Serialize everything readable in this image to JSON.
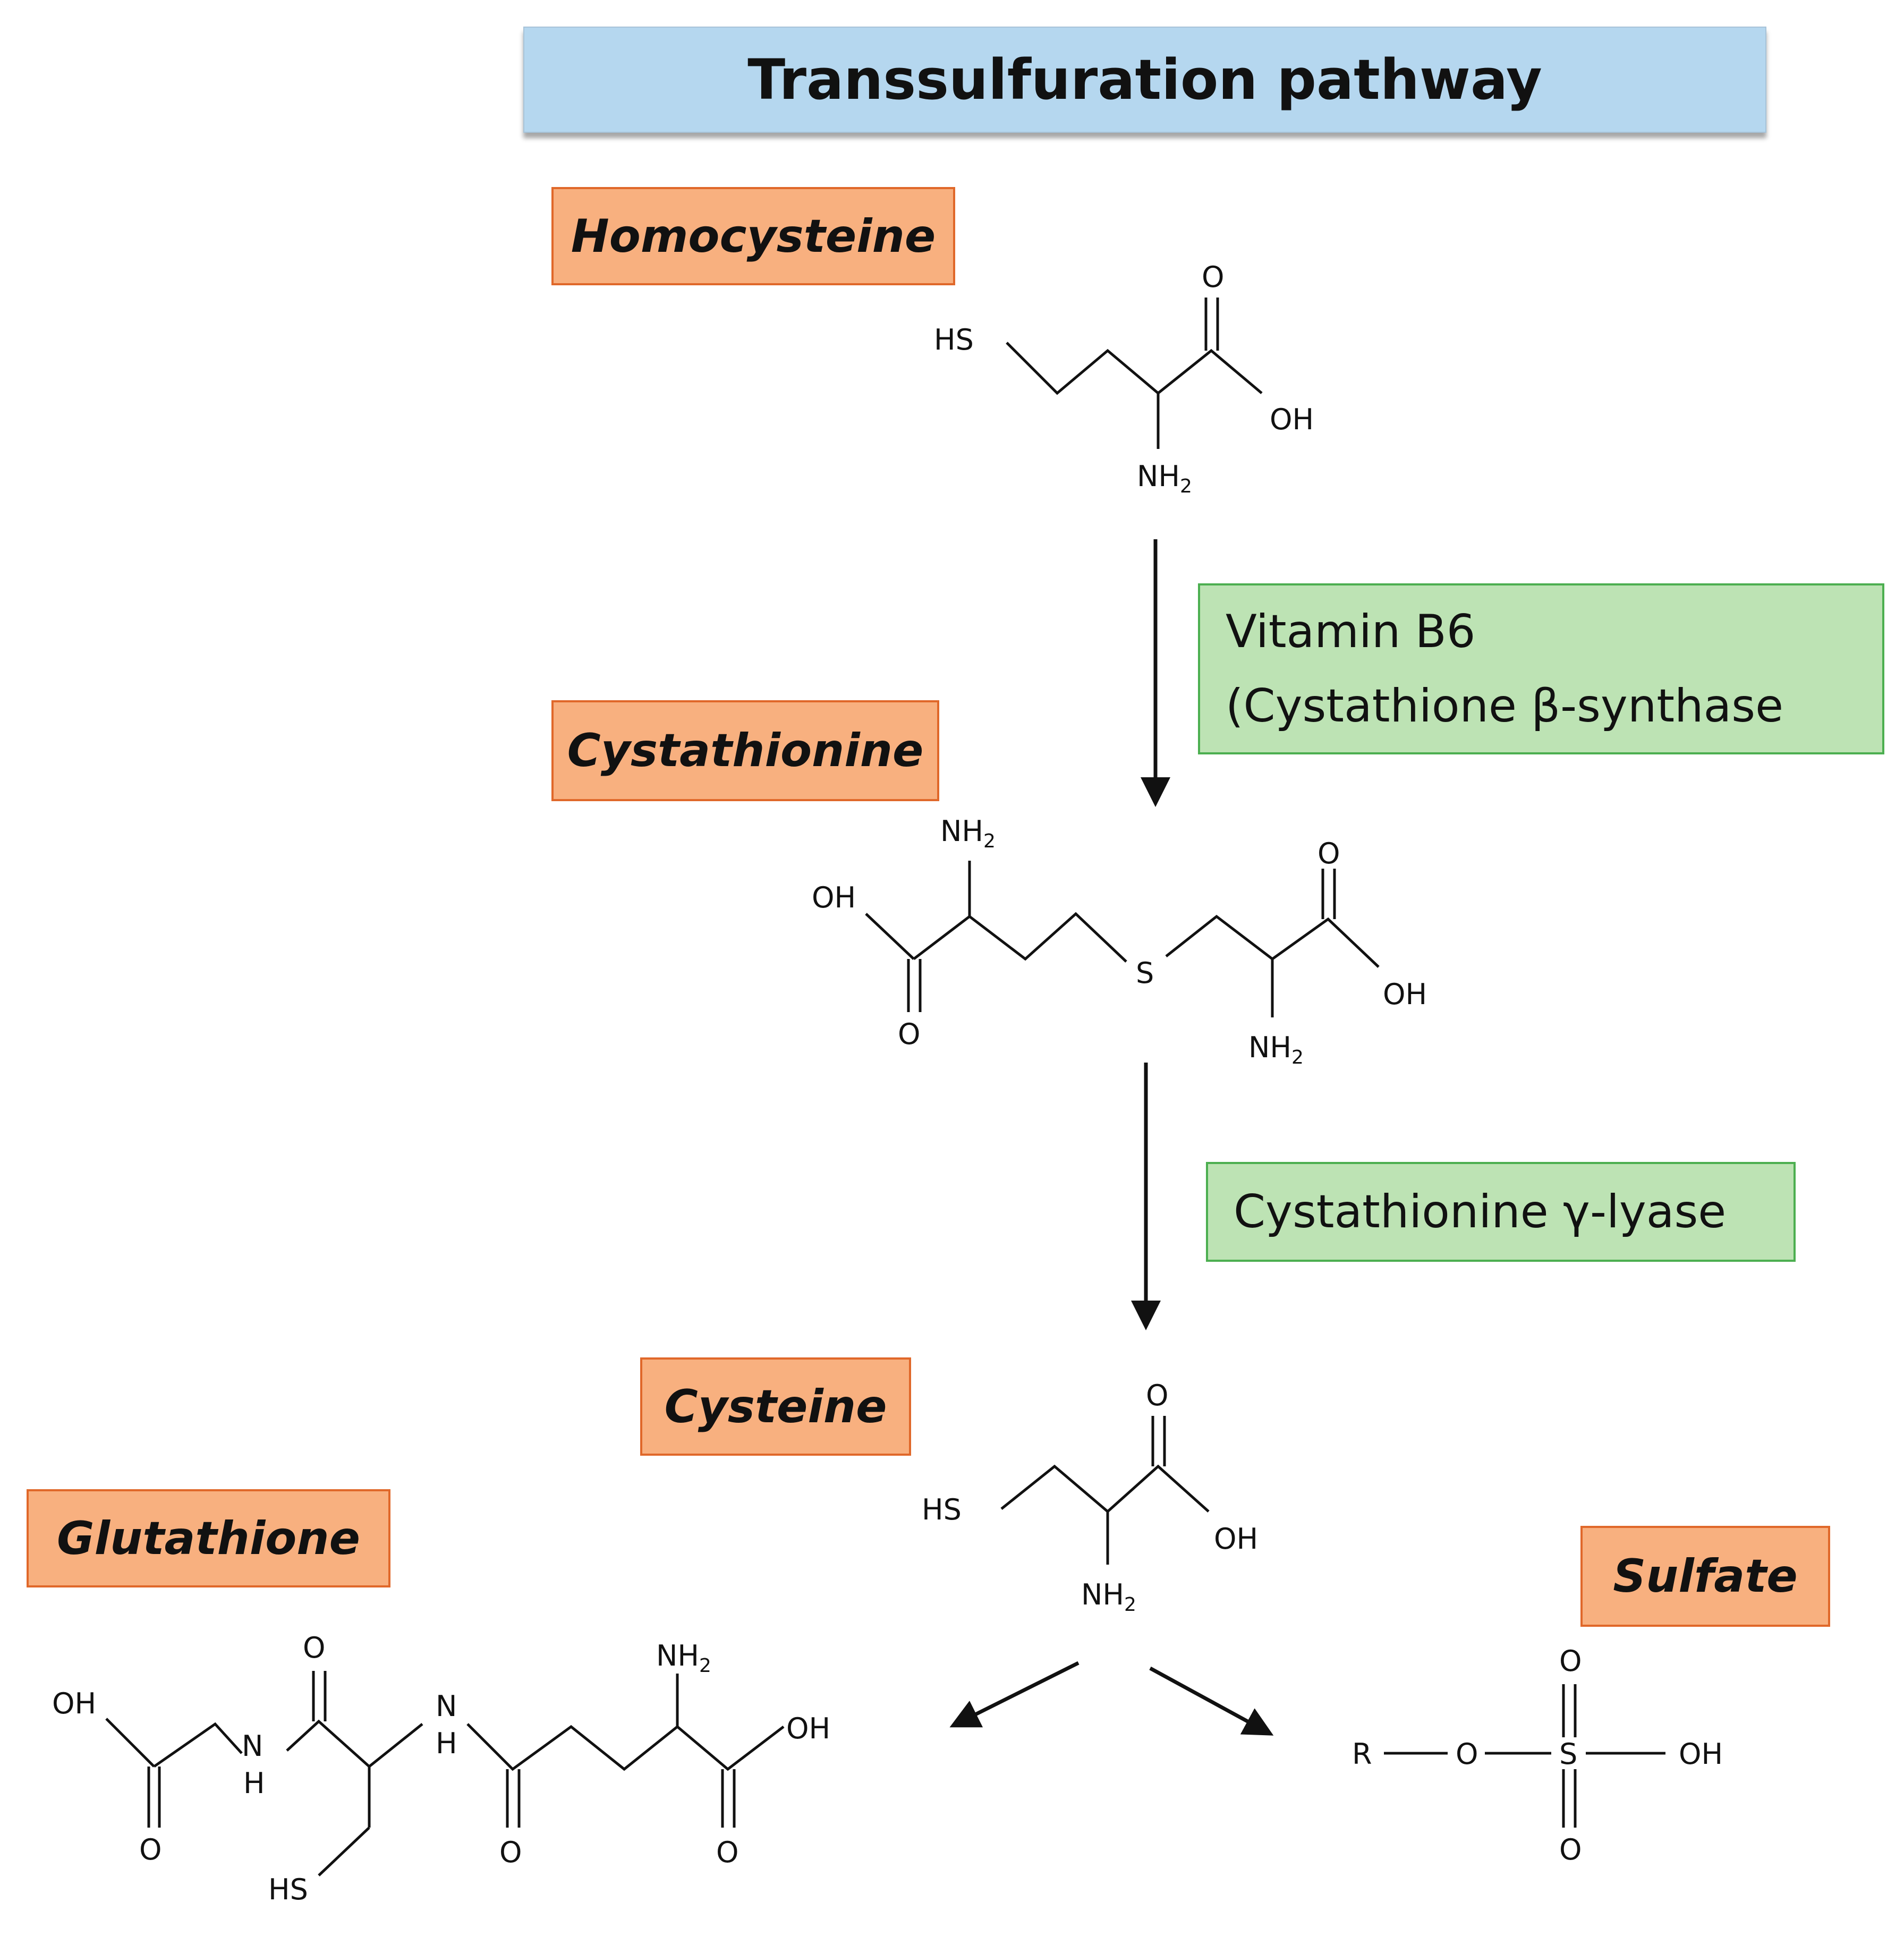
{
  "title": "Transsulfuration pathway",
  "compounds": {
    "homocysteine": "Homocysteine",
    "cystathionine": "Cystathionine",
    "cysteine": "Cysteine",
    "glutathione": "Glutathione",
    "sulfate": "Sulfate"
  },
  "enzymes": {
    "step1_line1": "Vitamin B6",
    "step1_line2": "(Cystathione β-synthase",
    "step2": "Cystathionine γ-lyase"
  },
  "atoms": {
    "HS": "HS",
    "OH": "OH",
    "O": "O",
    "NH": "NH",
    "sub2": "2",
    "S": "S",
    "N": "N",
    "H": "H",
    "R": "R"
  },
  "colors": {
    "title_bg": "#b5d7ef",
    "compound_bg": "#f8b07f",
    "compound_border": "#e0682a",
    "enzyme_bg": "#bde3b4",
    "enzyme_border": "#4caf50"
  }
}
